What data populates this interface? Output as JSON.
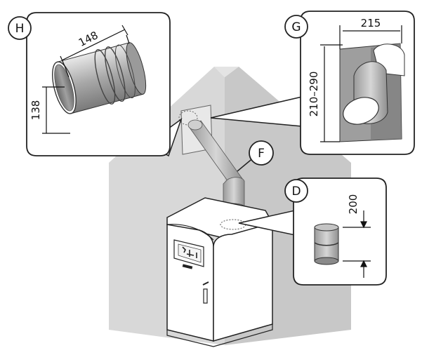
{
  "callouts": {
    "H": {
      "letter": "H",
      "dim_length": "148",
      "dim_diameter": "138"
    },
    "G": {
      "letter": "G",
      "dim_width": "215",
      "dim_height": "210–290"
    },
    "F": {
      "letter": "F"
    },
    "D": {
      "letter": "D",
      "dim_height": "200"
    }
  },
  "colors": {
    "wall": "#d9d9d9",
    "wall_dark": "#bdbdbd",
    "pipe": "#b0b0b0",
    "stove": "#ffffff",
    "stroke": "#222222"
  }
}
